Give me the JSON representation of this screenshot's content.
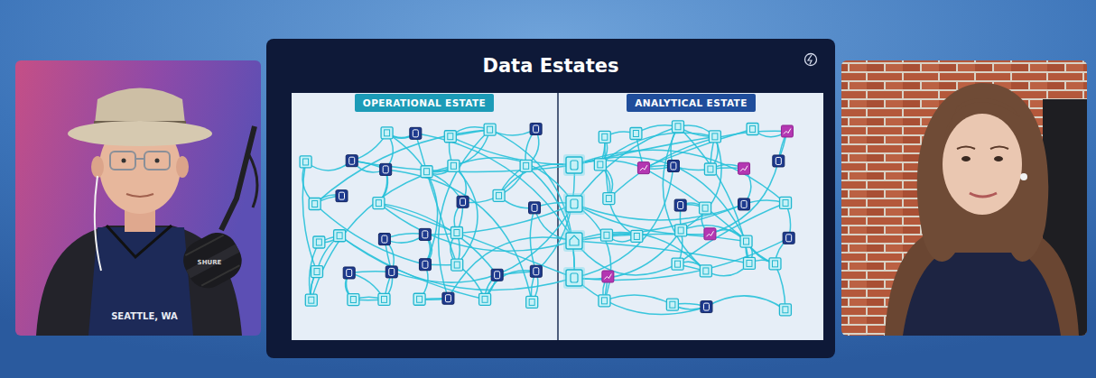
{
  "diagram": {
    "title": "Data Estates",
    "nodes": [
      {
        "text": [
          "OPERATIONAL ESTATE"
        ]
      },
      {
        "text": [
          "ANALYTICAL ESTATE"
        ]
      }
    ],
    "labels": [
      "SEATTLE, WA",
      "SHURE"
    ]
  }
}
